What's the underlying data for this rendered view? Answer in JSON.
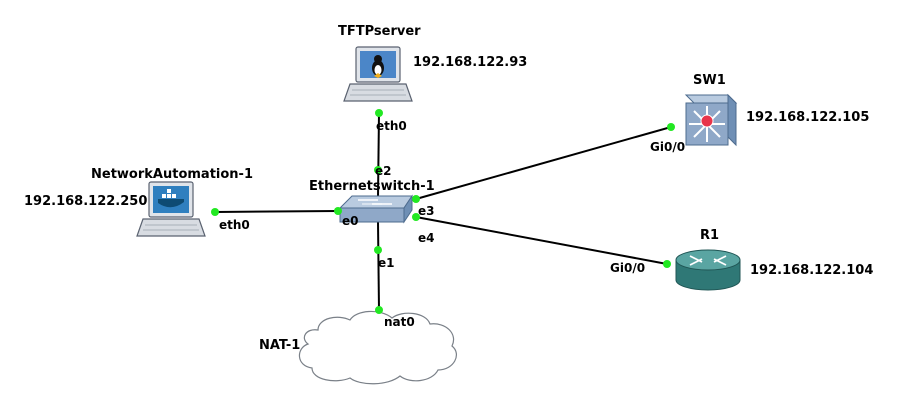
{
  "colors": {
    "background": "#ffffff",
    "link": "#000000",
    "port_dot": "#22e822",
    "switch_body": "#8fa8c8",
    "router_body": "#3f8c8a",
    "cloud_fill": "#ffffff"
  },
  "nodes": {
    "tftp": {
      "name": "TFTPserver",
      "ip": "192.168.122.93",
      "icon": "linux-laptop-icon"
    },
    "sw1": {
      "name": "SW1",
      "ip": "192.168.122.105",
      "icon": "multilayer-switch-icon"
    },
    "automation": {
      "name": "NetworkAutomation-1",
      "ip": "192.168.122.250",
      "icon": "docker-laptop-icon"
    },
    "ethswitch": {
      "name": "Ethernetswitch-1",
      "icon": "ethernet-switch-icon"
    },
    "r1": {
      "name": "R1",
      "ip": "192.168.122.104",
      "icon": "router-icon"
    },
    "nat": {
      "name": "NAT-1",
      "icon": "cloud-icon"
    }
  },
  "ports": {
    "tftp_eth0": "eth0",
    "sw_e2": "e2",
    "sw1_gi": "Gi0/0",
    "sw_e3": "e3",
    "auto_eth0": "eth0",
    "sw_e0": "e0",
    "sw_e4": "e4",
    "r1_gi": "Gi0/0",
    "sw_e1": "e1",
    "nat_nat0": "nat0"
  }
}
